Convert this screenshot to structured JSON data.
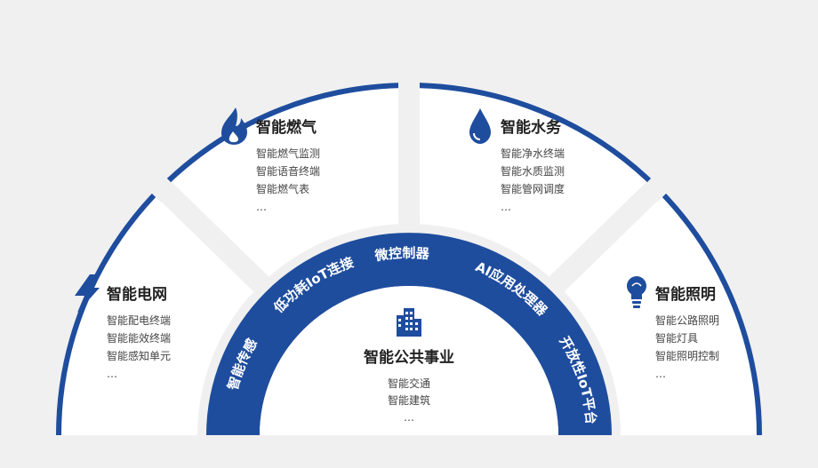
{
  "colors": {
    "primary": "#1f4d9e",
    "background": "#f0f0f0",
    "card": "#ffffff",
    "heading": "#222222",
    "text": "#444444"
  },
  "ring_labels": [
    "智能传感",
    "低功耗IoT连接",
    "微控制器",
    "AI应用处理器",
    "开放性IoT平台"
  ],
  "center": {
    "icon": "building-icon",
    "title": "智能公共事业",
    "items": [
      "智能交通",
      "智能建筑",
      "…"
    ]
  },
  "segments": [
    {
      "icon": "lightning-icon",
      "title": "智能电网",
      "items": [
        "智能配电终端",
        "智能能效终端",
        "智能感知单元",
        "…"
      ]
    },
    {
      "icon": "flame-icon",
      "title": "智能燃气",
      "items": [
        "智能燃气监测",
        "智能语音终端",
        "智能燃气表",
        "…"
      ]
    },
    {
      "icon": "water-drop-icon",
      "title": "智能水务",
      "items": [
        "智能净水终端",
        "智能水质监测",
        "智能管网调度",
        "…"
      ]
    },
    {
      "icon": "lightbulb-icon",
      "title": "智能照明",
      "items": [
        "智能公路照明",
        "智能灯具",
        "智能照明控制",
        "…"
      ]
    }
  ]
}
